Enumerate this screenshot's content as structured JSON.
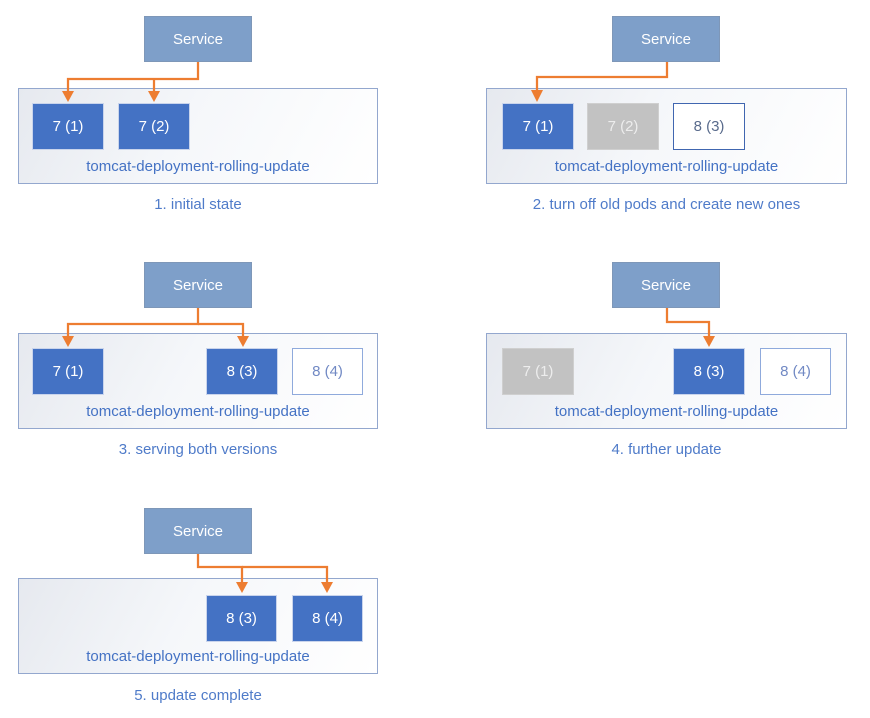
{
  "service": {
    "label": "Service"
  },
  "deployment": {
    "label": "tomcat-deployment-rolling-update"
  },
  "colors": {
    "service_fill": "#7E9FC9",
    "pod_active_fill": "#4472C4",
    "pod_terminated_fill": "#C2C2C2",
    "pod_new_border": "#8FAADC",
    "arrow_orange": "#ED7D31",
    "container_border": "#93A7CE",
    "label_blue": "#4472C4",
    "caption_blue": "#4F7BC9"
  },
  "stages": [
    {
      "caption": "1. initial state",
      "pods": [
        {
          "label": "7 (1)",
          "state": "active"
        },
        {
          "label": "7 (2)",
          "state": "active"
        }
      ]
    },
    {
      "caption": "2. turn off old pods and create new ones",
      "pods": [
        {
          "label": "7 (1)",
          "state": "active"
        },
        {
          "label": "7 (2)",
          "state": "terminated"
        },
        {
          "label": "8 (3)",
          "state": "creating"
        }
      ]
    },
    {
      "caption": "3. serving both versions",
      "pods": [
        {
          "label": "7 (1)",
          "state": "active"
        },
        {
          "label": "8 (3)",
          "state": "active"
        },
        {
          "label": "8 (4)",
          "state": "creating"
        }
      ]
    },
    {
      "caption": "4. further update",
      "pods": [
        {
          "label": "7 (1)",
          "state": "terminated"
        },
        {
          "label": "8 (3)",
          "state": "active"
        },
        {
          "label": "8 (4)",
          "state": "creating"
        }
      ]
    },
    {
      "caption": "5. update complete",
      "pods": [
        {
          "label": "8 (3)",
          "state": "active"
        },
        {
          "label": "8 (4)",
          "state": "active"
        }
      ]
    }
  ]
}
